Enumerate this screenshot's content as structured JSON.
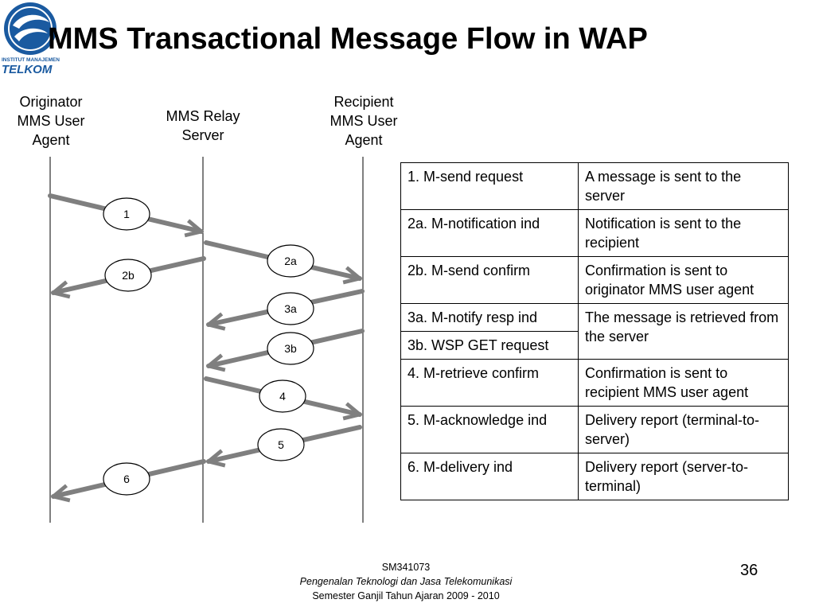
{
  "header": {
    "title": "MMS Transactional Message Flow in WAP",
    "logo_line1": "INSTITUT MANAJEMEN",
    "logo_line2": "TELKOM"
  },
  "lanes": [
    {
      "id": "originator",
      "label": "Originator MMS User Agent"
    },
    {
      "id": "relay",
      "label": "MMS Relay Server"
    },
    {
      "id": "recipient",
      "label": "Recipient MMS User Agent"
    }
  ],
  "flow": [
    {
      "id": "1",
      "from": "originator",
      "to": "relay"
    },
    {
      "id": "2a",
      "from": "relay",
      "to": "recipient"
    },
    {
      "id": "2b",
      "from": "relay",
      "to": "originator"
    },
    {
      "id": "3a",
      "from": "recipient",
      "to": "relay"
    },
    {
      "id": "3b",
      "from": "recipient",
      "to": "relay"
    },
    {
      "id": "4",
      "from": "relay",
      "to": "recipient"
    },
    {
      "id": "5",
      "from": "recipient",
      "to": "relay"
    },
    {
      "id": "6",
      "from": "relay",
      "to": "originator"
    }
  ],
  "steps": [
    {
      "name": "1.  M-send request",
      "desc": "A message is sent to the server"
    },
    {
      "name": "2a. M-notification ind",
      "desc": "Notification is sent to the recipient"
    },
    {
      "name": "2b. M-send confirm",
      "desc": "Confirmation is sent to originator MMS user agent"
    },
    {
      "name": "3a. M-notify resp ind",
      "desc": "The message is retrieved from the server"
    },
    {
      "name": "3b. WSP GET request"
    },
    {
      "name": "4.  M-retrieve confirm",
      "desc": "Confirmation is sent to recipient MMS user agent"
    },
    {
      "name": "5.  M-acknowledge ind",
      "desc": "Delivery report (terminal-to-server)"
    },
    {
      "name": "6.  M-delivery ind",
      "desc": "Delivery report (server-to-terminal)"
    }
  ],
  "footer": {
    "code": "SM341073",
    "course": "Pengenalan Teknologi dan Jasa Telekomunikasi",
    "semester": "Semester Ganjil Tahun Ajaran 2009 - 2010",
    "page": "36"
  },
  "colors": {
    "arrow": "#7f7f7f",
    "logo": "#1a5aa0"
  }
}
